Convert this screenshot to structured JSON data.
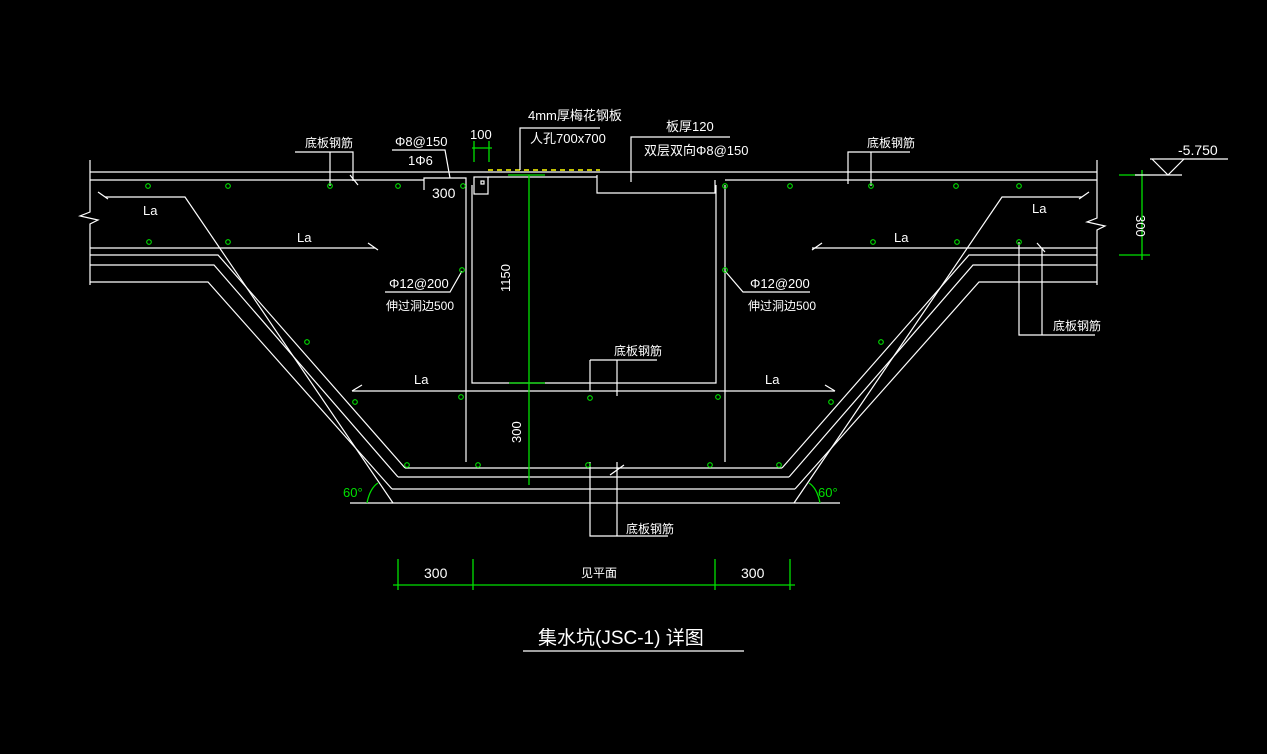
{
  "drawing": {
    "title": "集水坑(JSC-1) 详图",
    "colors": {
      "background": "#000000",
      "line": "#ffffff",
      "dimension": "#00e000",
      "hidden": "#ffff00"
    },
    "labels": {
      "bottom_rebar_top_left": "底板钢筋",
      "bottom_rebar_top_right": "底板钢筋",
      "bottom_rebar_right": "底板钢筋",
      "bottom_rebar_center": "底板钢筋",
      "bottom_rebar_bottom": "底板钢筋",
      "edge_rebar_spec": "Φ8@150",
      "edge_rebar_sub": "1Φ6",
      "edge_width": "300",
      "gap_dim": "100",
      "cover_plate": "4mm厚梅花钢板",
      "manhole": "人孔700x700",
      "slab_thickness": "板厚120",
      "slab_rebar": "双层双向Φ8@150",
      "wall_rebar_left": "Φ12@200",
      "wall_rebar_left_note": "伸过洞边500",
      "wall_rebar_right": "Φ12@200",
      "wall_rebar_right_note": "伸过洞边500",
      "anchor_labels": [
        "La",
        "La",
        "La",
        "La",
        "La",
        "La"
      ],
      "elevation": "-5.750",
      "slab_dim": "300",
      "depth_dim": "1150",
      "base_dim": "300",
      "angle_left": "60°",
      "angle_right": "60°",
      "bottom_dim_left": "300",
      "bottom_dim_center": "见平面",
      "bottom_dim_right": "300"
    }
  }
}
